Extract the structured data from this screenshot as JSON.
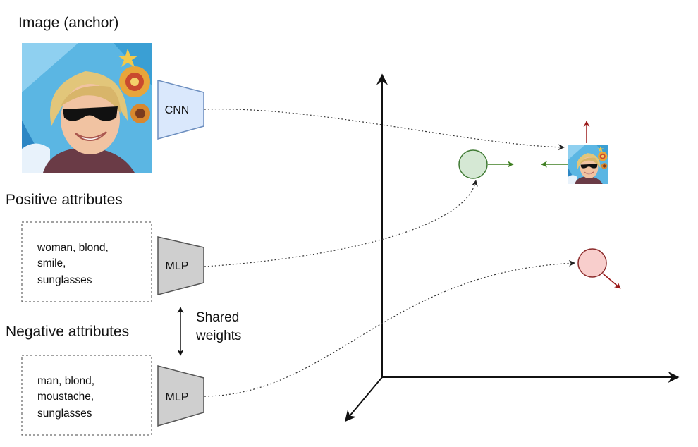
{
  "anchor": {
    "heading": "Image (anchor)",
    "encoder": "CNN"
  },
  "positive": {
    "heading": "Positive attributes",
    "lines": [
      "woman, blond,",
      "smile,",
      "sunglasses"
    ],
    "encoder": "MLP"
  },
  "negative": {
    "heading": "Negative attributes",
    "lines": [
      "man, blond,",
      "moustache,",
      "sunglasses"
    ],
    "encoder": "MLP"
  },
  "shared": {
    "lines": [
      "Shared",
      "weights"
    ]
  },
  "colors": {
    "cnn_fill": "#dae8fc",
    "cnn_stroke": "#6c8ebf",
    "mlp_fill": "#cfcfcf",
    "mlp_stroke": "#555555",
    "positive_point": "#d5e8d4",
    "positive_stroke": "#3f7a33",
    "positive_arrow": "#3f7f22",
    "negative_point": "#f8cecc",
    "negative_stroke": "#8b2a2a",
    "negative_arrow": "#9b1b1b"
  }
}
